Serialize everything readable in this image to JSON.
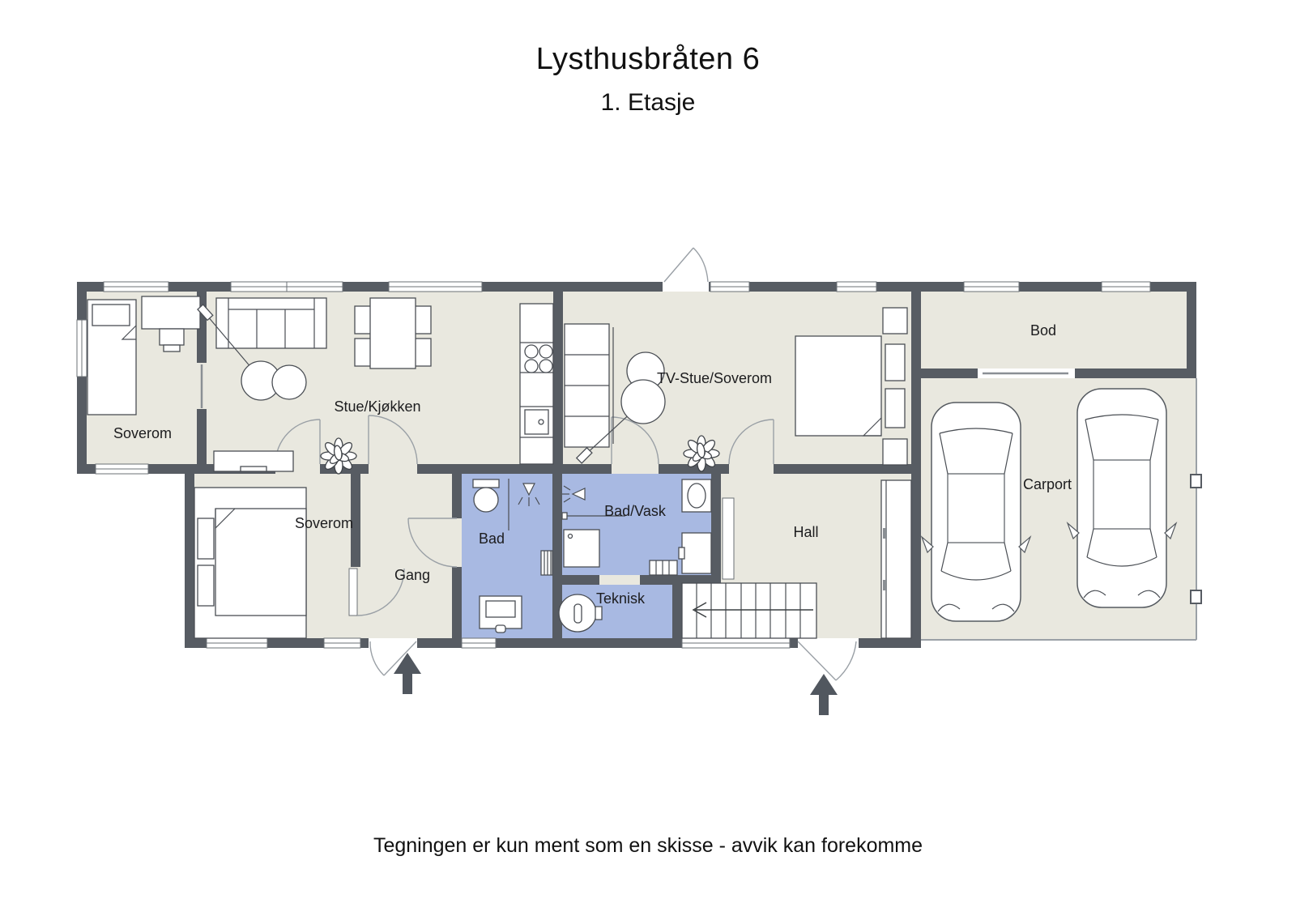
{
  "header": {
    "title": "Lysthusbråten 6",
    "subtitle": "1. Etasje"
  },
  "footer": {
    "disclaimer": "Tegningen er kun ment som en skisse - avvik kan forekomme"
  },
  "rooms": {
    "soverom_top": {
      "label": "Soverom"
    },
    "stue_kjokken": {
      "label": "Stue/Kjøkken"
    },
    "tv_stue": {
      "label": "TV-Stue/Soverom"
    },
    "bod": {
      "label": "Bod"
    },
    "carport": {
      "label": "Carport"
    },
    "soverom_lower": {
      "label": "Soverom"
    },
    "gang": {
      "label": "Gang"
    },
    "bad": {
      "label": "Bad"
    },
    "bad_vask": {
      "label": "Bad/Vask"
    },
    "teknisk": {
      "label": "Teknisk"
    },
    "hall": {
      "label": "Hall"
    }
  },
  "colors": {
    "wall": "#575c63",
    "floor": "#e9e8df",
    "wet_room": "#a8b9e2",
    "door_arc": "#9aa0a6",
    "text": "#1c1c1e"
  }
}
